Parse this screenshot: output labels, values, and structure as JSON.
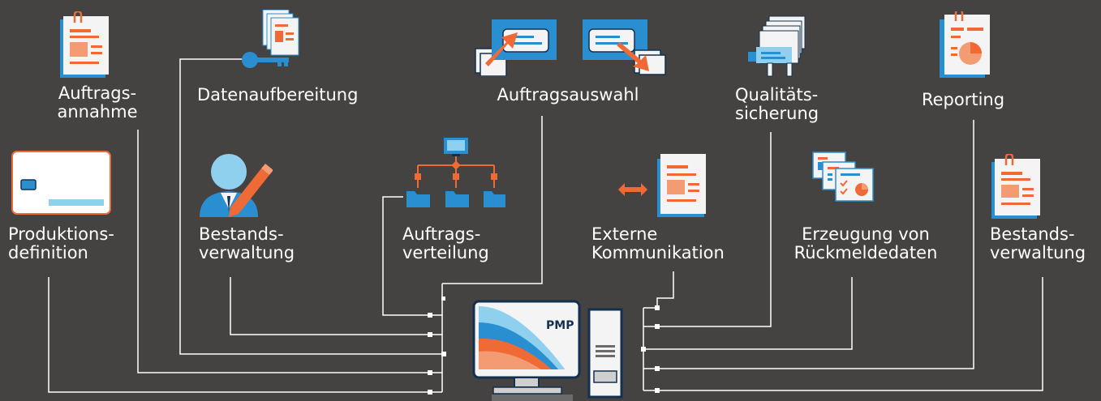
{
  "nodes": {
    "auftragsannahme": {
      "line1": "Auftrags-",
      "line2": "annahme"
    },
    "datenaufbereitung": {
      "label": "Datenaufbereitung"
    },
    "auftragsauswahl": {
      "label": "Auftragsauswahl"
    },
    "qualitaetssicherung": {
      "line1": "Qualitäts-",
      "line2": "sicherung"
    },
    "reporting": {
      "label": "Reporting"
    },
    "produktionsdefinition": {
      "line1": "Produktions-",
      "line2": "definition"
    },
    "bestandsverwaltung_left": {
      "line1": "Bestands-",
      "line2": "verwaltung"
    },
    "auftragsverteilung": {
      "line1": "Auftrags-",
      "line2": "verteilung"
    },
    "externe_kommunikation": {
      "line1": "Externe",
      "line2": "Kommunikation"
    },
    "rueckmeldedaten": {
      "line1": "Erzeugung von",
      "line2": "Rückmeldedaten"
    },
    "bestandsverwaltung_right": {
      "line1": "Bestands-",
      "line2": "verwaltung"
    }
  },
  "center": {
    "logo_text": "PMP"
  },
  "colors": {
    "background": "#454342",
    "line": "#ffffff",
    "accent_orange": "#ef6a35",
    "accent_blue": "#2a8fd0",
    "light_blue": "#8fd0ee",
    "dark_navy": "#14304f"
  },
  "icons": [
    "document-icon",
    "key-document-icon",
    "transfer-in-icon",
    "transfer-out-icon",
    "server-document-icon",
    "report-chart-icon",
    "card-icon",
    "user-pen-icon",
    "hierarchy-icon",
    "exchange-document-icon",
    "multi-document-icon",
    "document-icon",
    "pmp-computer-icon"
  ]
}
